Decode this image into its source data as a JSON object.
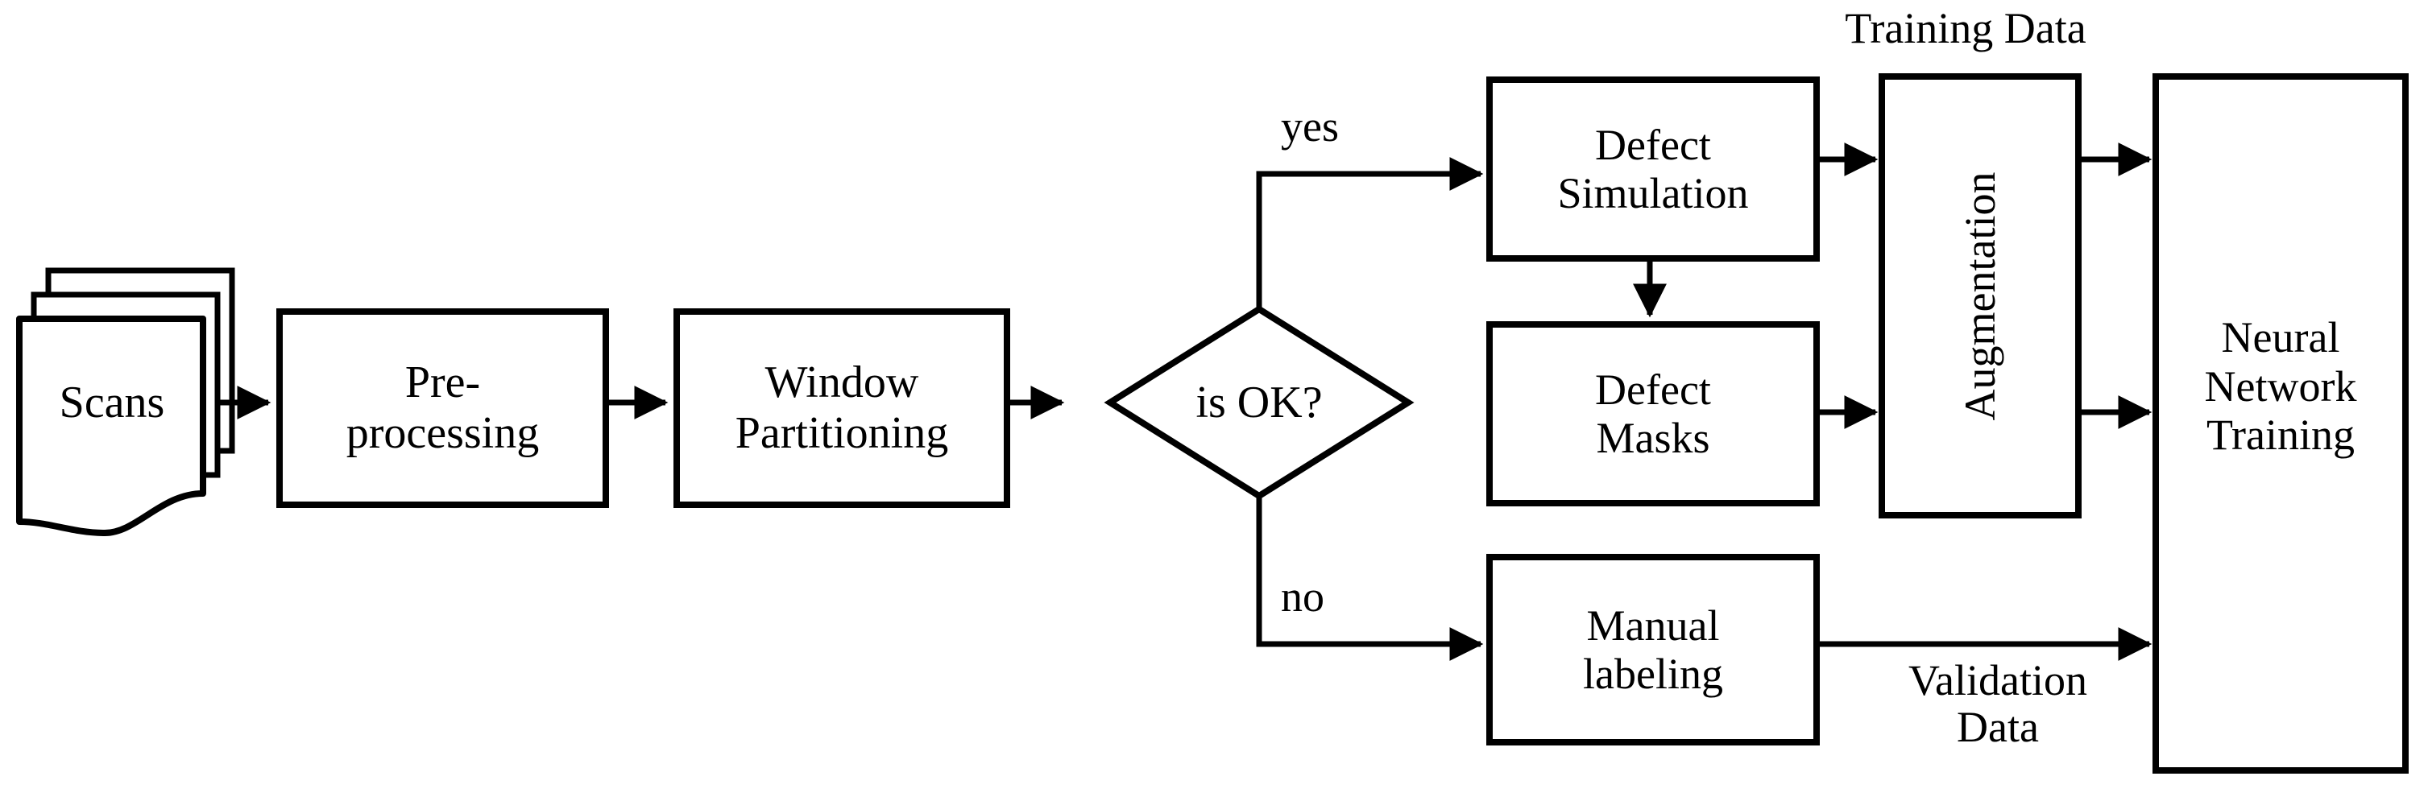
{
  "diagram": {
    "title": "Defect detection training data pipeline flowchart",
    "type": "flowchart",
    "background_color": "#ffffff",
    "stroke_color": "#000000"
  },
  "nodes": {
    "scans": {
      "label": "Scans",
      "shape": "multi-document",
      "font_size": 56
    },
    "preprocessing": {
      "label": "Pre-\nprocessing",
      "shape": "rectangle",
      "font_size": 56
    },
    "window_partitioning": {
      "label": "Window\nPartitioning",
      "shape": "rectangle",
      "font_size": 56
    },
    "is_ok": {
      "label": "is OK?",
      "shape": "diamond",
      "font_size": 56
    },
    "defect_simulation": {
      "label": "Defect\nSimulation",
      "shape": "rectangle",
      "font_size": 54
    },
    "defect_masks": {
      "label": "Defect\nMasks",
      "shape": "rectangle",
      "font_size": 54
    },
    "augmentation": {
      "label": "Augmentation",
      "shape": "rectangle",
      "orientation": "vertical",
      "font_size": 54
    },
    "neural_network_training": {
      "label": "Neural\nNetwork\nTraining",
      "shape": "rectangle",
      "font_size": 54
    },
    "manual_labeling": {
      "label": "Manual\nlabeling",
      "shape": "rectangle",
      "font_size": 54
    }
  },
  "edge_labels": {
    "yes": "yes",
    "no": "no",
    "training_data": "Training Data",
    "validation_data": "Validation\nData"
  },
  "edges": [
    {
      "from": "scans",
      "to": "preprocessing",
      "label": ""
    },
    {
      "from": "preprocessing",
      "to": "window_partitioning",
      "label": ""
    },
    {
      "from": "window_partitioning",
      "to": "is_ok",
      "label": ""
    },
    {
      "from": "is_ok",
      "to": "defect_simulation",
      "label": "yes"
    },
    {
      "from": "is_ok",
      "to": "manual_labeling",
      "label": "no"
    },
    {
      "from": "defect_simulation",
      "to": "defect_masks",
      "label": ""
    },
    {
      "from": "defect_simulation",
      "to": "augmentation",
      "label": "Training Data"
    },
    {
      "from": "defect_masks",
      "to": "augmentation",
      "label": ""
    },
    {
      "from": "augmentation",
      "to": "neural_network_training",
      "label": ""
    },
    {
      "from": "augmentation",
      "to": "neural_network_training",
      "label": ""
    },
    {
      "from": "manual_labeling",
      "to": "neural_network_training",
      "label": "Validation Data"
    }
  ]
}
